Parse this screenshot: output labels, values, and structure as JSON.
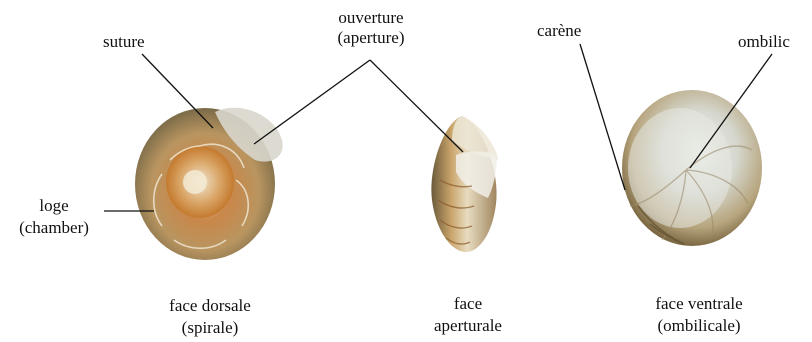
{
  "labels": {
    "suture": "suture",
    "ouverture": "ouverture",
    "aperture": "(aperture)",
    "carene": "carène",
    "ombilic": "ombilic",
    "loge": "loge",
    "chamber": "(chamber)"
  },
  "captions": {
    "dorsal_line1": "face dorsale",
    "dorsal_line2": "(spirale)",
    "apertural_line1": "face",
    "apertural_line2": "aperturale",
    "ventral_line1": "face ventrale",
    "ventral_line2": "(ombilicale)"
  },
  "colors": {
    "shell_light": "#e8e2d2",
    "shell_mid": "#c9a46a",
    "shell_dark": "#8a6a3a",
    "shell_orange": "#c47a2e",
    "leader_line": "#111111"
  }
}
